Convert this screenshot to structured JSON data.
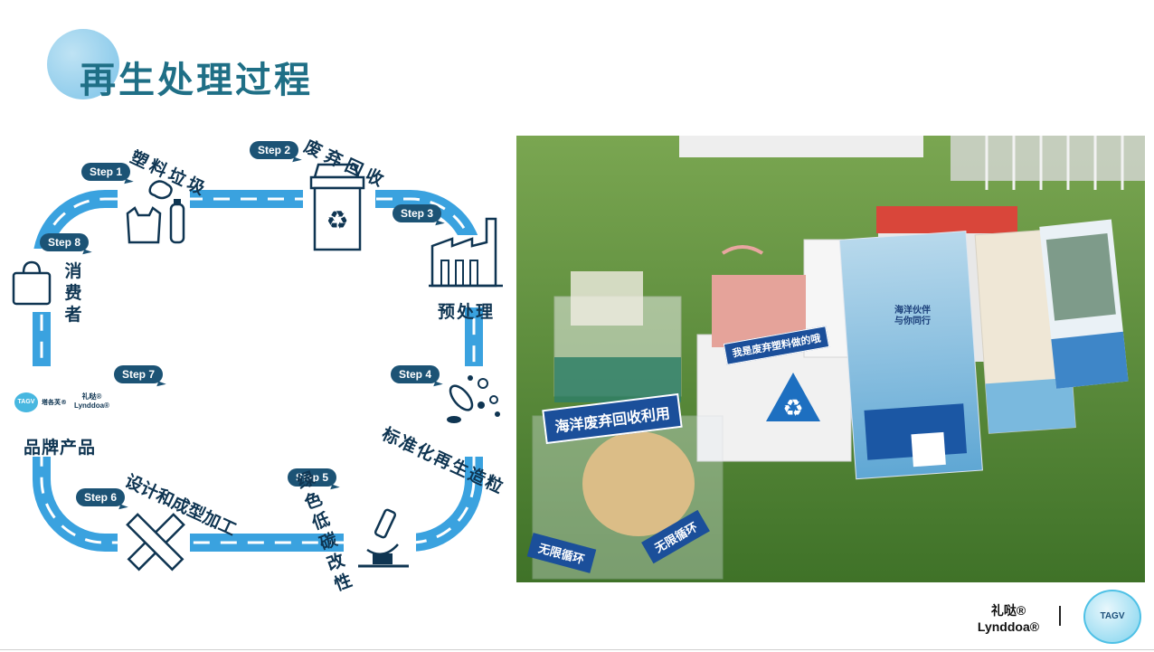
{
  "page": {
    "title": "再生处理过程"
  },
  "diagram": {
    "steps": {
      "s1": "Step 1",
      "s2": "Step 2",
      "s3": "Step 3",
      "s4": "Step 4",
      "s5": "Step 5",
      "s6": "Step 6",
      "s7": "Step 7",
      "s8": "Step 8"
    },
    "labels": {
      "plastic_waste": "塑料垃圾",
      "recycling": "废弃回收",
      "pretreatment": "预处理",
      "pellets": "标准化再生造粒",
      "modification": [
        "绿",
        "色",
        "低",
        "碳",
        "改",
        "性"
      ],
      "design": "设计和成型加工",
      "brand_product": "品牌产品",
      "consumer": [
        "消",
        "费",
        "者"
      ]
    },
    "logo": {
      "tagv_cn": "塔各芙®",
      "lynddoa_cn": "礼哒®",
      "lynddoa_en": "Lynddoa®",
      "tagv": "TAGV"
    }
  },
  "photo": {
    "banner_main": "海洋废弃回收利用",
    "banner_bag": "我是废弃塑料做的哦",
    "infinite1": "无限循环",
    "infinite2": "无限循环",
    "board_title": "海洋伙伴与你同行"
  },
  "footer": {
    "brand_cn": "礼哒®",
    "brand_en": "Lynddoa®",
    "logo": "TAGV"
  },
  "colors": {
    "title": "#1f6f86",
    "road": "#3aa2df",
    "dark": "#0f3552",
    "step": "#1c5375"
  }
}
